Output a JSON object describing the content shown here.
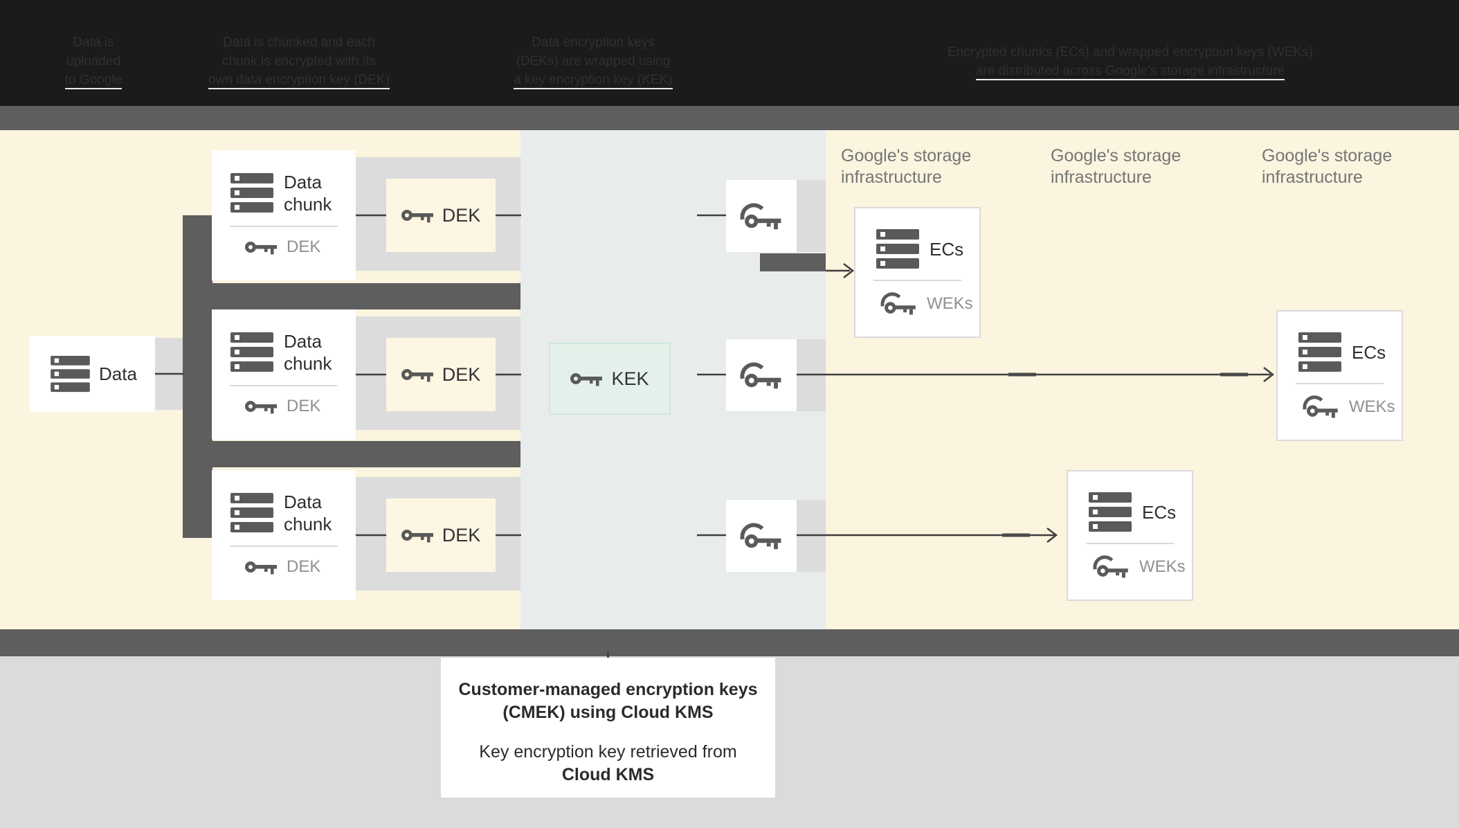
{
  "header": {
    "columns": [
      {
        "lines": [
          "Data is",
          "uploaded",
          "to Google"
        ]
      },
      {
        "lines": [
          "Data is chunked and each",
          "chunk is encrypted with its",
          "own data encryption key (DEK)"
        ]
      },
      {
        "lines": [
          "Data encryption keys",
          "(DEKs) are wrapped using",
          "a key encryption key (KEK)"
        ]
      },
      {
        "lines": [
          "Encrypted chunks (ECs) and wrapped encryption keys (WEKs)",
          "are distributed across Google's storage infrastructure"
        ]
      }
    ]
  },
  "diagram": {
    "data_label": "Data",
    "chunk_label_line1": "Data",
    "chunk_label_line2": "chunk",
    "chunk_key_label": "DEK",
    "dek_label": "DEK",
    "kek_label": "KEK",
    "ecs_label": "ECs",
    "weks_label": "WEKs",
    "storage_label_line1": "Google's storage",
    "storage_label_line2": "infrastructure"
  },
  "caption": {
    "line1": "Customer-managed encryption keys",
    "line2": "(CMEK) using Cloud KMS",
    "line3": "Key encryption key retrieved from",
    "line4": "Cloud KMS"
  },
  "colors": {
    "header_bg": "#1B1B1B",
    "band_dark": "#5E5E5E",
    "cream_section": "#FBF4DE",
    "kms_section": "#E8ECEC",
    "connector_light": "#DCDCDC",
    "dek_fill": "#FDF6E3",
    "kek_fill": "#E4F1EA",
    "kek_border": "#CEE7DA",
    "wire": "#3E3E3E",
    "icon_gray": "#5A5A5A",
    "bottom_bg": "#DBDBDB",
    "muted_text": "#757575"
  }
}
